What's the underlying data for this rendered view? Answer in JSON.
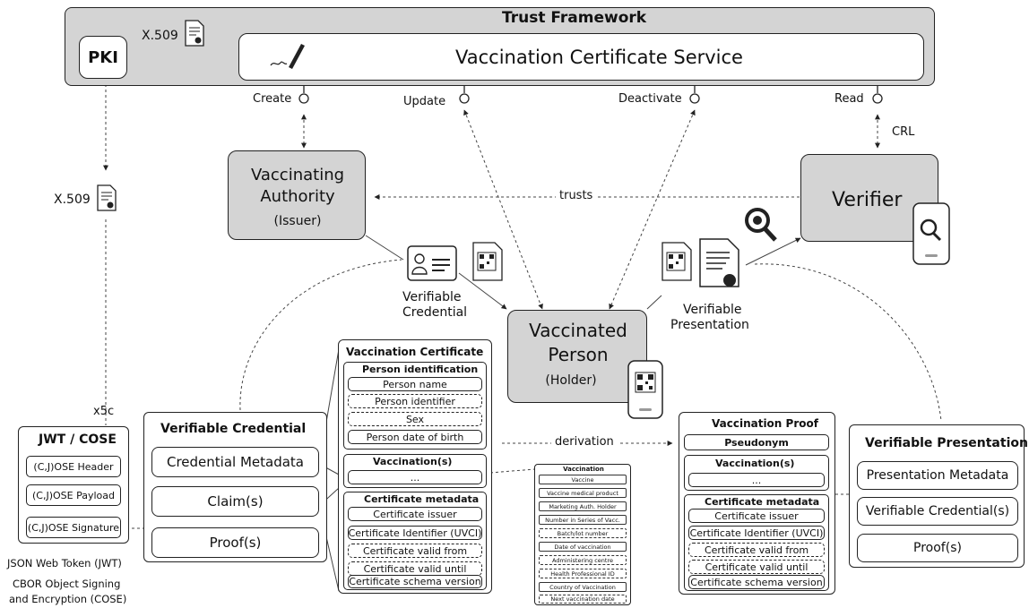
{
  "trust_framework": {
    "title": "Trust Framework",
    "pki": "PKI",
    "x509_top": "X.509",
    "service": "Vaccination Certificate Service"
  },
  "interfaces": {
    "create": "Create",
    "update": "Update",
    "deactivate": "Deactivate",
    "read": "Read",
    "crl": "CRL"
  },
  "actors": {
    "authority_line1": "Vaccinating",
    "authority_line2": "Authority",
    "authority_line3": "(Issuer)",
    "verifier": "Verifier",
    "holder_line1": "Vaccinated",
    "holder_line2": "Person",
    "holder_line3": "(Holder)"
  },
  "labels": {
    "trusts": "trusts",
    "x509_left": "X.509",
    "x5c": "x5c",
    "vc_line1": "Verifiable",
    "vc_line2": "Credential",
    "vp_line1": "Verifiable",
    "vp_line2": "Presentation",
    "derivation": "derivation"
  },
  "jwt_cose": {
    "title": "JWT / COSE",
    "header": "(C,J)OSE Header",
    "payload": "(C,J)OSE Payload",
    "signature": "(C,J)OSE Signature",
    "caption1": "JSON Web Token (JWT)",
    "caption2": "CBOR Object Signing",
    "caption3": "and Encryption (COSE)"
  },
  "verifiable_credential": {
    "title": "Verifiable Credential",
    "metadata": "Credential Metadata",
    "claims": "Claim(s)",
    "proofs": "Proof(s)"
  },
  "vaccination_certificate": {
    "title": "Vaccination Certificate",
    "person_title": "Person identification",
    "person_name": "Person name",
    "person_identifier": "Person identifier",
    "sex": "Sex",
    "dob": "Person date of birth",
    "vaccinations_title": "Vaccination(s)",
    "ellipsis": "...",
    "metadata_title": "Certificate metadata",
    "issuer": "Certificate issuer",
    "uvci": "Certificate Identifier (UVCI)",
    "valid_from": "Certificate valid from",
    "valid_until": "Certificate valid until",
    "schema": "Certificate schema version"
  },
  "vaccination_detail": {
    "title": "Vaccination",
    "items": [
      "Vaccine",
      "Vaccine medical product",
      "Marketing Auth. Holder",
      "Number in Series of Vacc.",
      "Batch/lot number",
      "Date of vaccination",
      "Administering centre",
      "Health Professional ID",
      "Country of Vaccination",
      "Next vaccination date"
    ]
  },
  "vaccination_proof": {
    "title": "Vaccination Proof",
    "pseudonym": "Pseudonym",
    "vaccinations_title": "Vaccination(s)",
    "ellipsis": "...",
    "metadata_title": "Certificate metadata",
    "issuer": "Certificate issuer",
    "uvci": "Certificate Identifier (UVCI)",
    "valid_from": "Certificate valid from",
    "valid_until": "Certificate valid until",
    "schema": "Certificate schema version"
  },
  "verifiable_presentation": {
    "title": "Verifiable Presentation",
    "metadata": "Presentation Metadata",
    "credentials": "Verifiable Credential(s)",
    "proofs": "Proof(s)"
  },
  "icons": [
    "document-certificate-icon",
    "pen-signature-icon",
    "id-card-icon",
    "qr-code-icon",
    "magnifier-icon",
    "phone-icon"
  ]
}
